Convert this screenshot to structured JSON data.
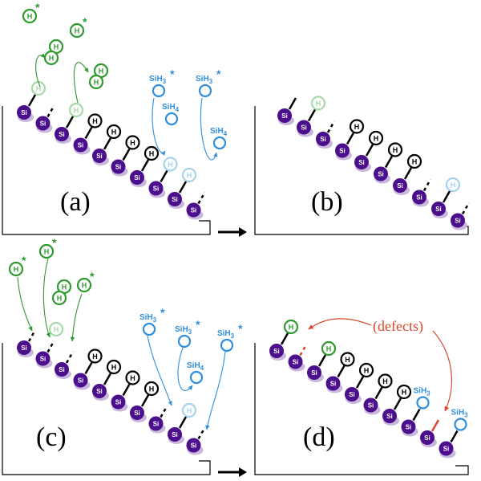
{
  "panels": [
    {
      "id": "a",
      "label": "(a)"
    },
    {
      "id": "b",
      "label": "(b)"
    },
    {
      "id": "c",
      "label": "(c)"
    },
    {
      "id": "d",
      "label": "(d)"
    }
  ],
  "atoms": {
    "silicon": "Si",
    "hydrogen": "H",
    "silane_base": "SiH",
    "silane_sub_3": "3",
    "silane_sub_4": "4",
    "radical_mark": "*"
  },
  "annotations": {
    "defects": "(defects)"
  },
  "colors": {
    "silicon": "#4b0e8c",
    "silicon_shadow": "#c9b8dc",
    "hydrogen_green": "#2e9a2e",
    "hydrogen_faded": "#a9d9a9",
    "silane_blue": "#2f8fdc",
    "silane_faded": "#a6d3ec",
    "bond": "#000000",
    "defect_red": "#d9472b"
  }
}
